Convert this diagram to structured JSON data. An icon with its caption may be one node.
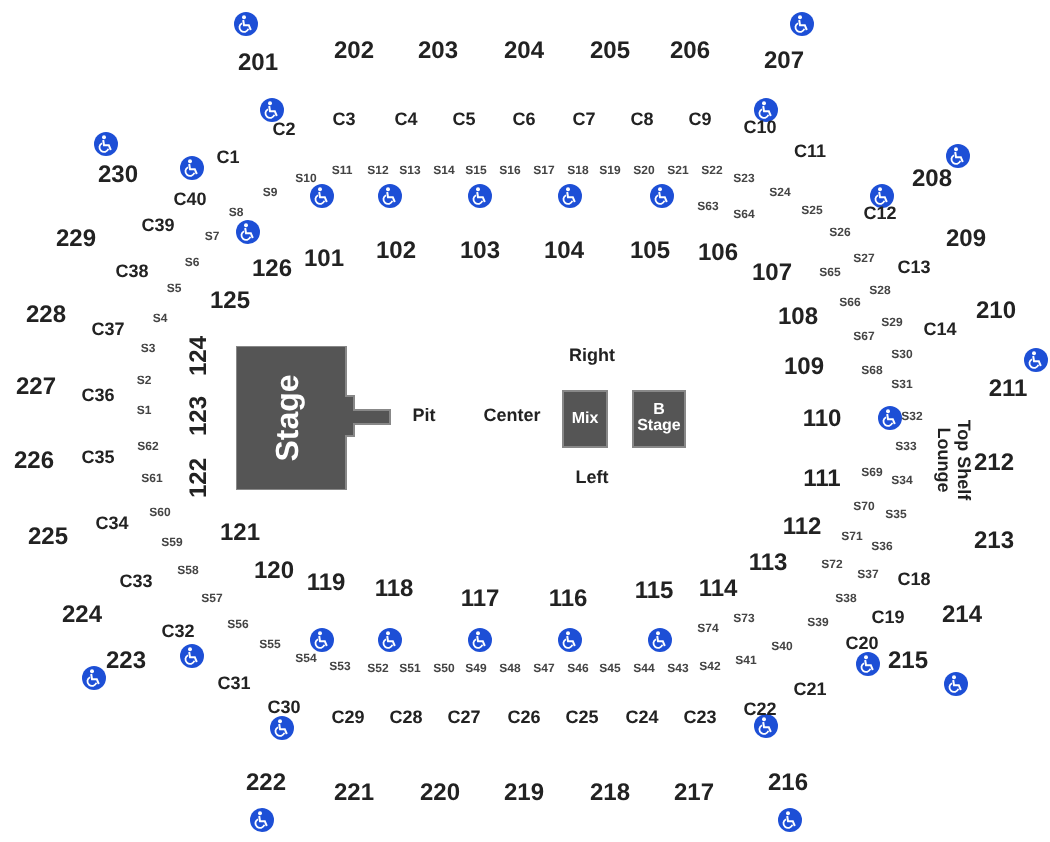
{
  "diagram": {
    "nodes": [
      {
        "text": [
          "Stage"
        ]
      },
      {
        "text": [
          "Mix"
        ]
      },
      {
        "text": [
          "B Stage"
        ]
      }
    ],
    "labels": [
      "201",
      "202",
      "203",
      "204",
      "205",
      "206",
      "207",
      "C2",
      "C3",
      "C4",
      "C5",
      "C6",
      "C7",
      "C8",
      "C9",
      "C10",
      "C11",
      "C1",
      "230",
      "C40",
      "C39",
      "229",
      "C38",
      "228",
      "C37",
      "227",
      "C36",
      "226",
      "C35",
      "225",
      "C34",
      "224",
      "C33",
      "223",
      "C32",
      "C31",
      "C30",
      "C29",
      "C28",
      "C27",
      "C26",
      "C25",
      "C24",
      "C23",
      "C22",
      "C21",
      "C20",
      "C19",
      "C18",
      "214",
      "215",
      "213",
      "212",
      "211",
      "210",
      "C14",
      "C13",
      "209",
      "C12",
      "208",
      "222",
      "221",
      "220",
      "219",
      "218",
      "217",
      "216",
      "126",
      "101",
      "102",
      "103",
      "104",
      "105",
      "106",
      "107",
      "108",
      "109",
      "110",
      "111",
      "112",
      "113",
      "121",
      "120",
      "119",
      "118",
      "117",
      "116",
      "115",
      "114",
      "122",
      "123",
      "124",
      "125",
      "S10",
      "S11",
      "S12",
      "S13",
      "S14",
      "S15",
      "S16",
      "S17",
      "S18",
      "S19",
      "S20",
      "S21",
      "S22",
      "S23",
      "S24",
      "S25",
      "S63",
      "S64",
      "S9",
      "S8",
      "S7",
      "S6",
      "S5",
      "S4",
      "S3",
      "S2",
      "S1",
      "S62",
      "S61",
      "S60",
      "S59",
      "S58",
      "S57",
      "S56",
      "S55",
      "S54",
      "S53",
      "S52",
      "S51",
      "S50",
      "S49",
      "S48",
      "S47",
      "S46",
      "S45",
      "S44",
      "S43",
      "S42",
      "S41",
      "S40",
      "S39",
      "S38",
      "S37",
      "S36",
      "S35",
      "S34",
      "S33",
      "S32",
      "S31",
      "S30",
      "S29",
      "S28",
      "S27",
      "S26",
      "S65",
      "S66",
      "S67",
      "S68",
      "S69",
      "S70",
      "S71",
      "S72",
      "S73",
      "S74",
      "Right",
      "Pit",
      "Center",
      "Left",
      "Top Shelf Lounge"
    ]
  }
}
